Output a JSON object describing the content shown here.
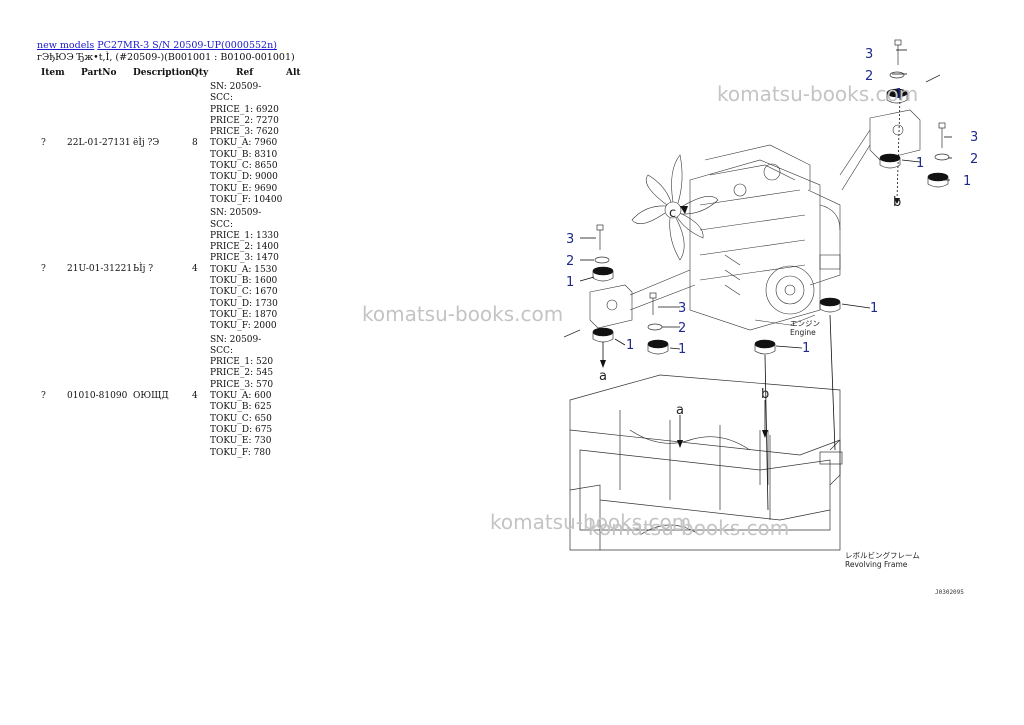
{
  "header": {
    "breadcrumb_root": "new models",
    "breadcrumb_model": "PC27MR-3 S/N 20509-UP(0000552n)",
    "subtitle": "гЭђЮЭ Ђж•t,Ì, (#20509-)(B001001 : B0100-001001)"
  },
  "table": {
    "headers": {
      "item": "Item",
      "partno": "PartNo",
      "description": "Description",
      "qty": "Qty",
      "ref": "Ref",
      "alt": "Alt"
    },
    "rows": [
      {
        "item": "?",
        "partno": "22L-01-27131",
        "description": "ëÌj ?Э",
        "qty": "8",
        "ref": [
          "SN: 20509-",
          "SCC:",
          "PRICE_1: 6920",
          "PRICE_2: 7270",
          "PRICE_3: 7620",
          "TOKU_A: 7960",
          "TOKU_B: 8310",
          "TOKU_C: 8650",
          "TOKU_D: 9000",
          "TOKU_E: 9690",
          "TOKU_F: 10400"
        ],
        "alt": ""
      },
      {
        "item": "?",
        "partno": "21U-01-31221",
        "description": "ЬÌj ?",
        "qty": "4",
        "ref": [
          "SN: 20509-",
          "SCC:",
          "PRICE_1: 1330",
          "PRICE_2: 1400",
          "PRICE_3: 1470",
          "TOKU_A: 1530",
          "TOKU_B: 1600",
          "TOKU_C: 1670",
          "TOKU_D: 1730",
          "TOKU_E: 1870",
          "TOKU_F: 2000"
        ],
        "alt": ""
      },
      {
        "item": "?",
        "partno": "01010-81090",
        "description": "ОЮЩД",
        "qty": "4",
        "ref": [
          "SN: 20509-",
          "SCC:",
          "PRICE_1: 520",
          "PRICE_2: 545",
          "PRICE_3: 570",
          "TOKU_A: 600",
          "TOKU_B: 625",
          "TOKU_C: 650",
          "TOKU_D: 675",
          "TOKU_E: 730",
          "TOKU_F: 780"
        ],
        "alt": ""
      }
    ]
  },
  "diagram": {
    "watermark": "komatsu-books.com",
    "callouts": {
      "one": "1",
      "two": "2",
      "three": "3"
    },
    "annotations": {
      "a": "a",
      "b": "b",
      "c": "c"
    },
    "engine_label_jp": "エンジン",
    "engine_label": "Engine",
    "frame_label_jp": "レボルビングフレーム",
    "frame_label": "Revolving Frame",
    "drawing_code": "J0302095"
  },
  "colors": {
    "link": "#1a1acc",
    "callout": "#1f2a8a",
    "watermark": "#c9c9c9"
  }
}
